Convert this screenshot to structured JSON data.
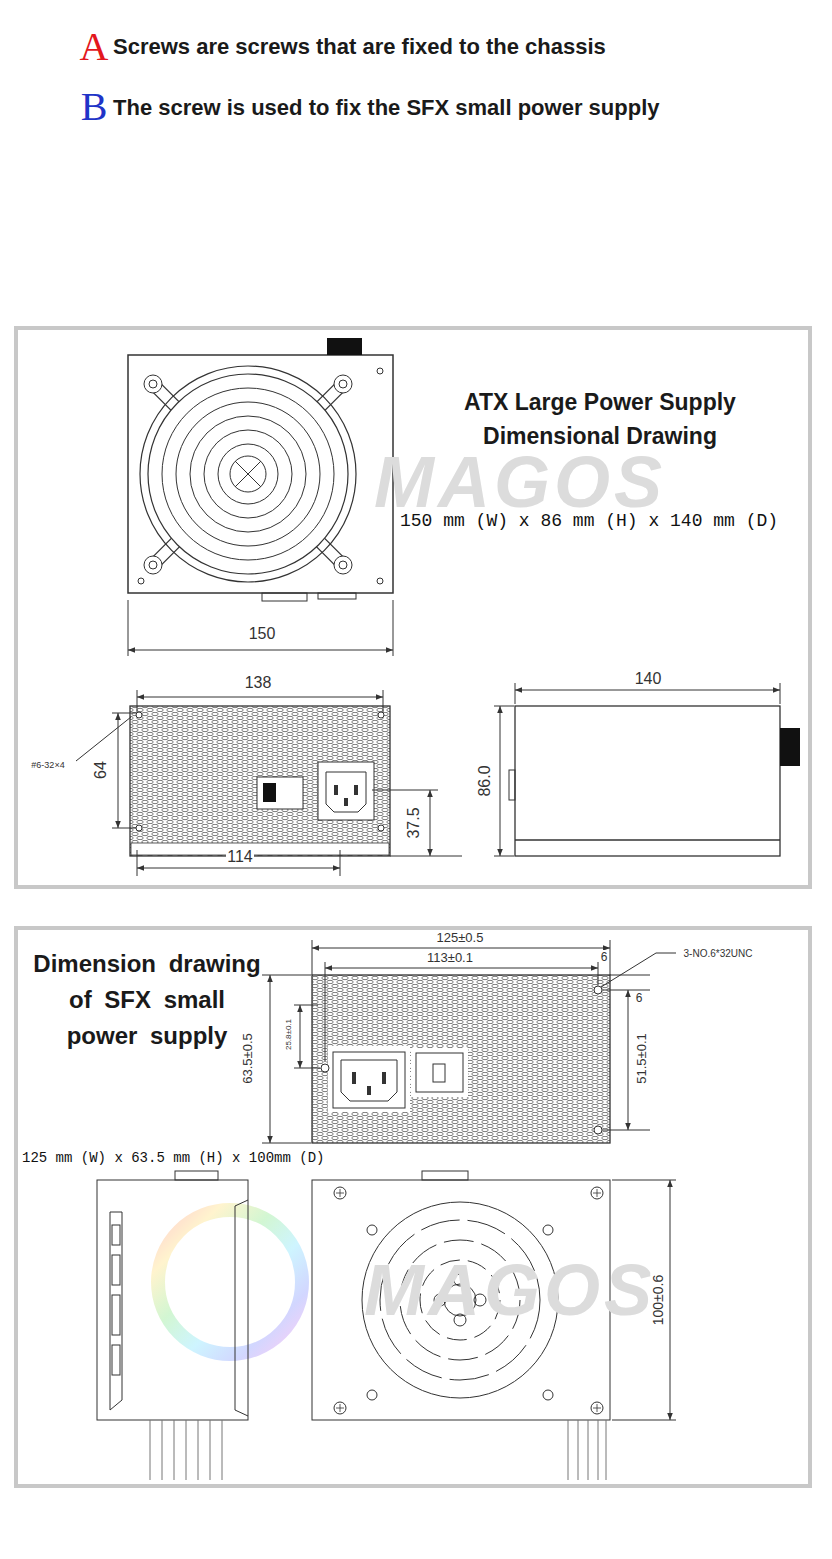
{
  "diagram": {
    "nodes": [
      {
        "text": [
          "ATX Large Power Supply Dimensional Drawing",
          "150 mm (W) x 86 mm (H) x 140 mm (D)"
        ]
      },
      {
        "text": [
          "Dimension drawing of SFX small power supply",
          "125 mm (W) x 63.5 mm (H) x 100mm (D)"
        ]
      }
    ],
    "labels": [
      "A",
      "Screws are screws that are fixed to the chassis",
      "B",
      "The screw is used to fix the SFX small power supply",
      "MAGOS",
      "150",
      "138",
      "#6-32×4",
      "64",
      "37.5",
      "114",
      "140",
      "86.0",
      "125±0.5",
      "113±0.1",
      "6",
      "3-NO.6*32UNC",
      "6",
      "25.8±0.1",
      "63.5±0.5",
      "51.5±0.1",
      "MAGOS",
      "100±0.6"
    ]
  }
}
